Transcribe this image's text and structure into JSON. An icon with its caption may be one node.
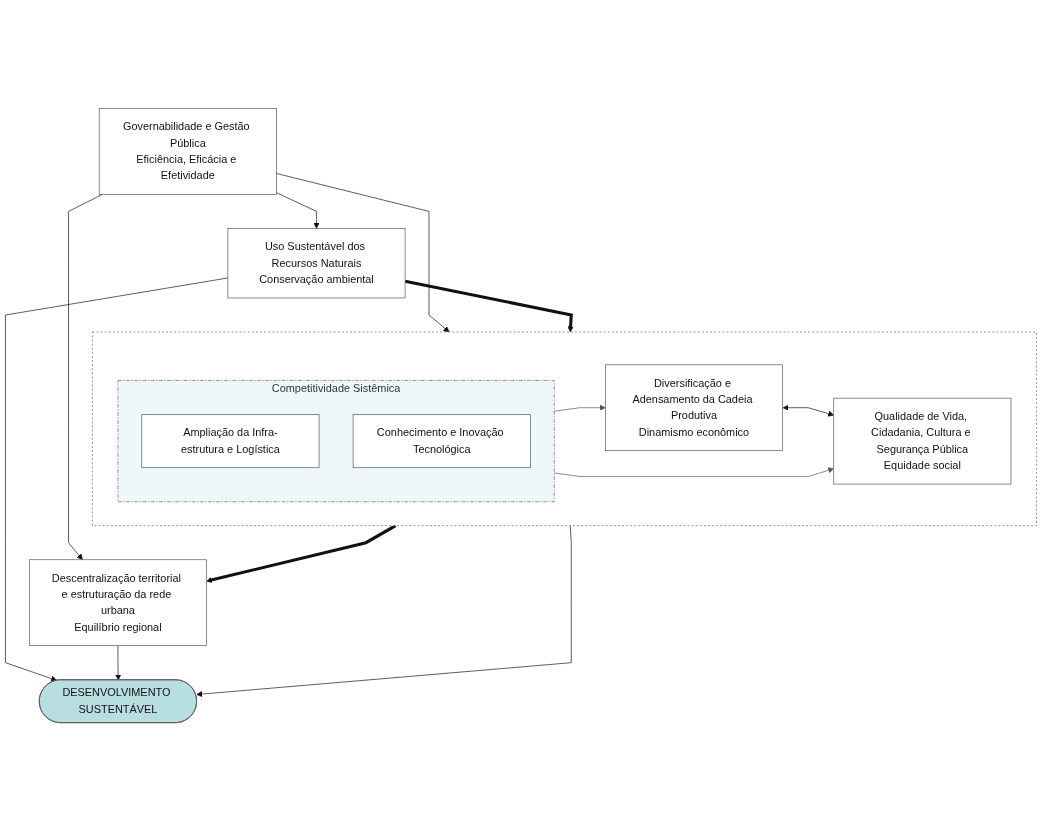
{
  "diagram": {
    "nodes": [
      {
        "text": [
          "Governabilidade e Gestão Pública",
          "Eficiência, Eficácia e Efetividade"
        ]
      },
      {
        "text": [
          "Uso Sustentável dos Recursos Naturais",
          "Conservação ambiental"
        ]
      },
      {
        "text": [],
        "shape": "box"
      },
      {
        "text": [
          "Competitividade Sistêmica"
        ],
        "in": 2
      },
      {
        "text": [
          "Ampliação da Infra-estrutura e Logística"
        ],
        "in": 3
      },
      {
        "text": [
          "Conhecimento e Inovação Tecnológica"
        ],
        "in": 3
      },
      {
        "text": [
          "Diversificação e Adensamento da Cadeia Produtiva",
          "Dinamismo econômico"
        ],
        "in": 2
      },
      {
        "text": [
          "Qualidade de Vida, Cidadania, Cultura e Segurança Pública",
          "Equidade social"
        ],
        "in": 2
      },
      {
        "text": [
          "Descentralização territorial e estruturação da rede urbana",
          "Equilíbrio regional"
        ]
      },
      {
        "text": [
          "DESENVOLVIMENTO SUSTENTÁVEL"
        ]
      }
    ],
    "edges": [
      {
        "from": 0,
        "to": 1,
        "arrow": "to"
      },
      {
        "from": 0,
        "to": 2,
        "arrow": "to"
      },
      {
        "from": 0,
        "to": 8,
        "arrow": "to"
      },
      {
        "from": 1,
        "to": 2,
        "arrow": "to",
        "style": "thick"
      },
      {
        "from": 2,
        "to": 8,
        "arrow": "to",
        "style": "thick"
      },
      {
        "from": 3,
        "to": 6,
        "arrow": "to",
        "color": "#555555"
      },
      {
        "from": 3,
        "to": 7,
        "arrow": "to",
        "color": "#555555"
      },
      {
        "from": 6,
        "to": 7,
        "arrow": "both"
      },
      {
        "from": 2,
        "to": 9,
        "arrow": "to"
      },
      {
        "from": 1,
        "to": 9,
        "arrow": "to"
      },
      {
        "from": 8,
        "to": 9,
        "arrow": "to"
      }
    ]
  }
}
